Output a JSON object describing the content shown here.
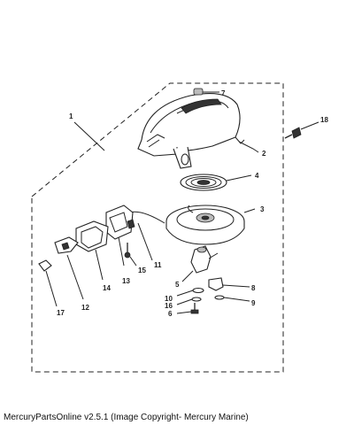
{
  "callouts": [
    {
      "id": "1",
      "label": "1"
    },
    {
      "id": "2",
      "label": "2"
    },
    {
      "id": "3",
      "label": "3"
    },
    {
      "id": "4",
      "label": "4"
    },
    {
      "id": "5",
      "label": "5"
    },
    {
      "id": "6",
      "label": "6"
    },
    {
      "id": "7",
      "label": "7"
    },
    {
      "id": "8",
      "label": "8"
    },
    {
      "id": "9",
      "label": "9"
    },
    {
      "id": "10",
      "label": "10"
    },
    {
      "id": "11",
      "label": "11"
    },
    {
      "id": "12",
      "label": "12"
    },
    {
      "id": "13",
      "label": "13"
    },
    {
      "id": "14",
      "label": "14"
    },
    {
      "id": "15",
      "label": "15"
    },
    {
      "id": "16",
      "label": "16"
    },
    {
      "id": "17",
      "label": "17"
    },
    {
      "id": "18",
      "label": "18"
    }
  ],
  "caption": "MercuryPartsOnline v2.5.1 (Image Copyright- Mercury Marine)"
}
